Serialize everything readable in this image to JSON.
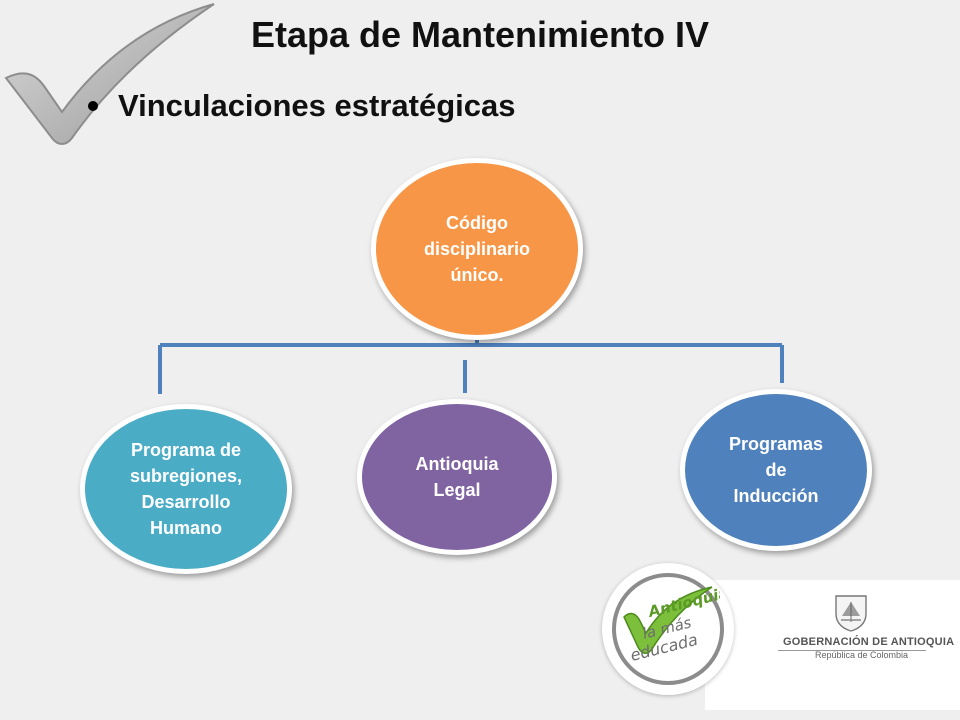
{
  "slide": {
    "title": "Etapa de Mantenimiento IV",
    "bullet": "Vinculaciones estratégicas"
  },
  "diagram": {
    "root": {
      "label": "Código\ndisciplinario\núnico.",
      "color": "#f79646"
    },
    "children": [
      {
        "label": "Programa de\nsubregiones,\nDesarrollo\nHumano",
        "color": "#4bacc6"
      },
      {
        "label": "Antioquia\nLegal",
        "color": "#8064a2"
      },
      {
        "label": "Programas\nde\nInducción",
        "color": "#4f81bd"
      }
    ],
    "connector_color": "#4f81bd"
  },
  "branding": {
    "badge_lettering": "Antioquia la más educada",
    "government_name": "GOBERNACIÓN DE ANTIOQUIA",
    "government_subtitle": "República de Colombia"
  },
  "icons": [
    "checkmark-icon",
    "crest-icon"
  ]
}
